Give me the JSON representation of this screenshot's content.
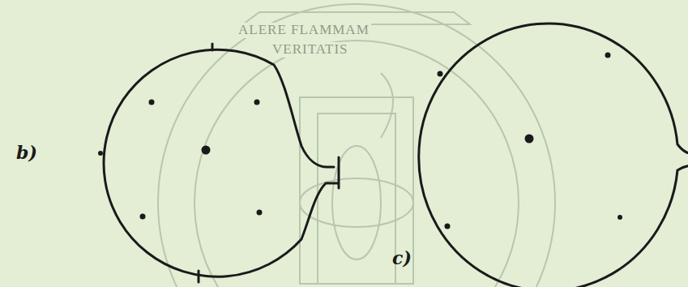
{
  "diagram": {
    "labels": [
      "b)",
      "c)",
      "ALERE FLAMMAM",
      "VERITATIS"
    ]
  }
}
